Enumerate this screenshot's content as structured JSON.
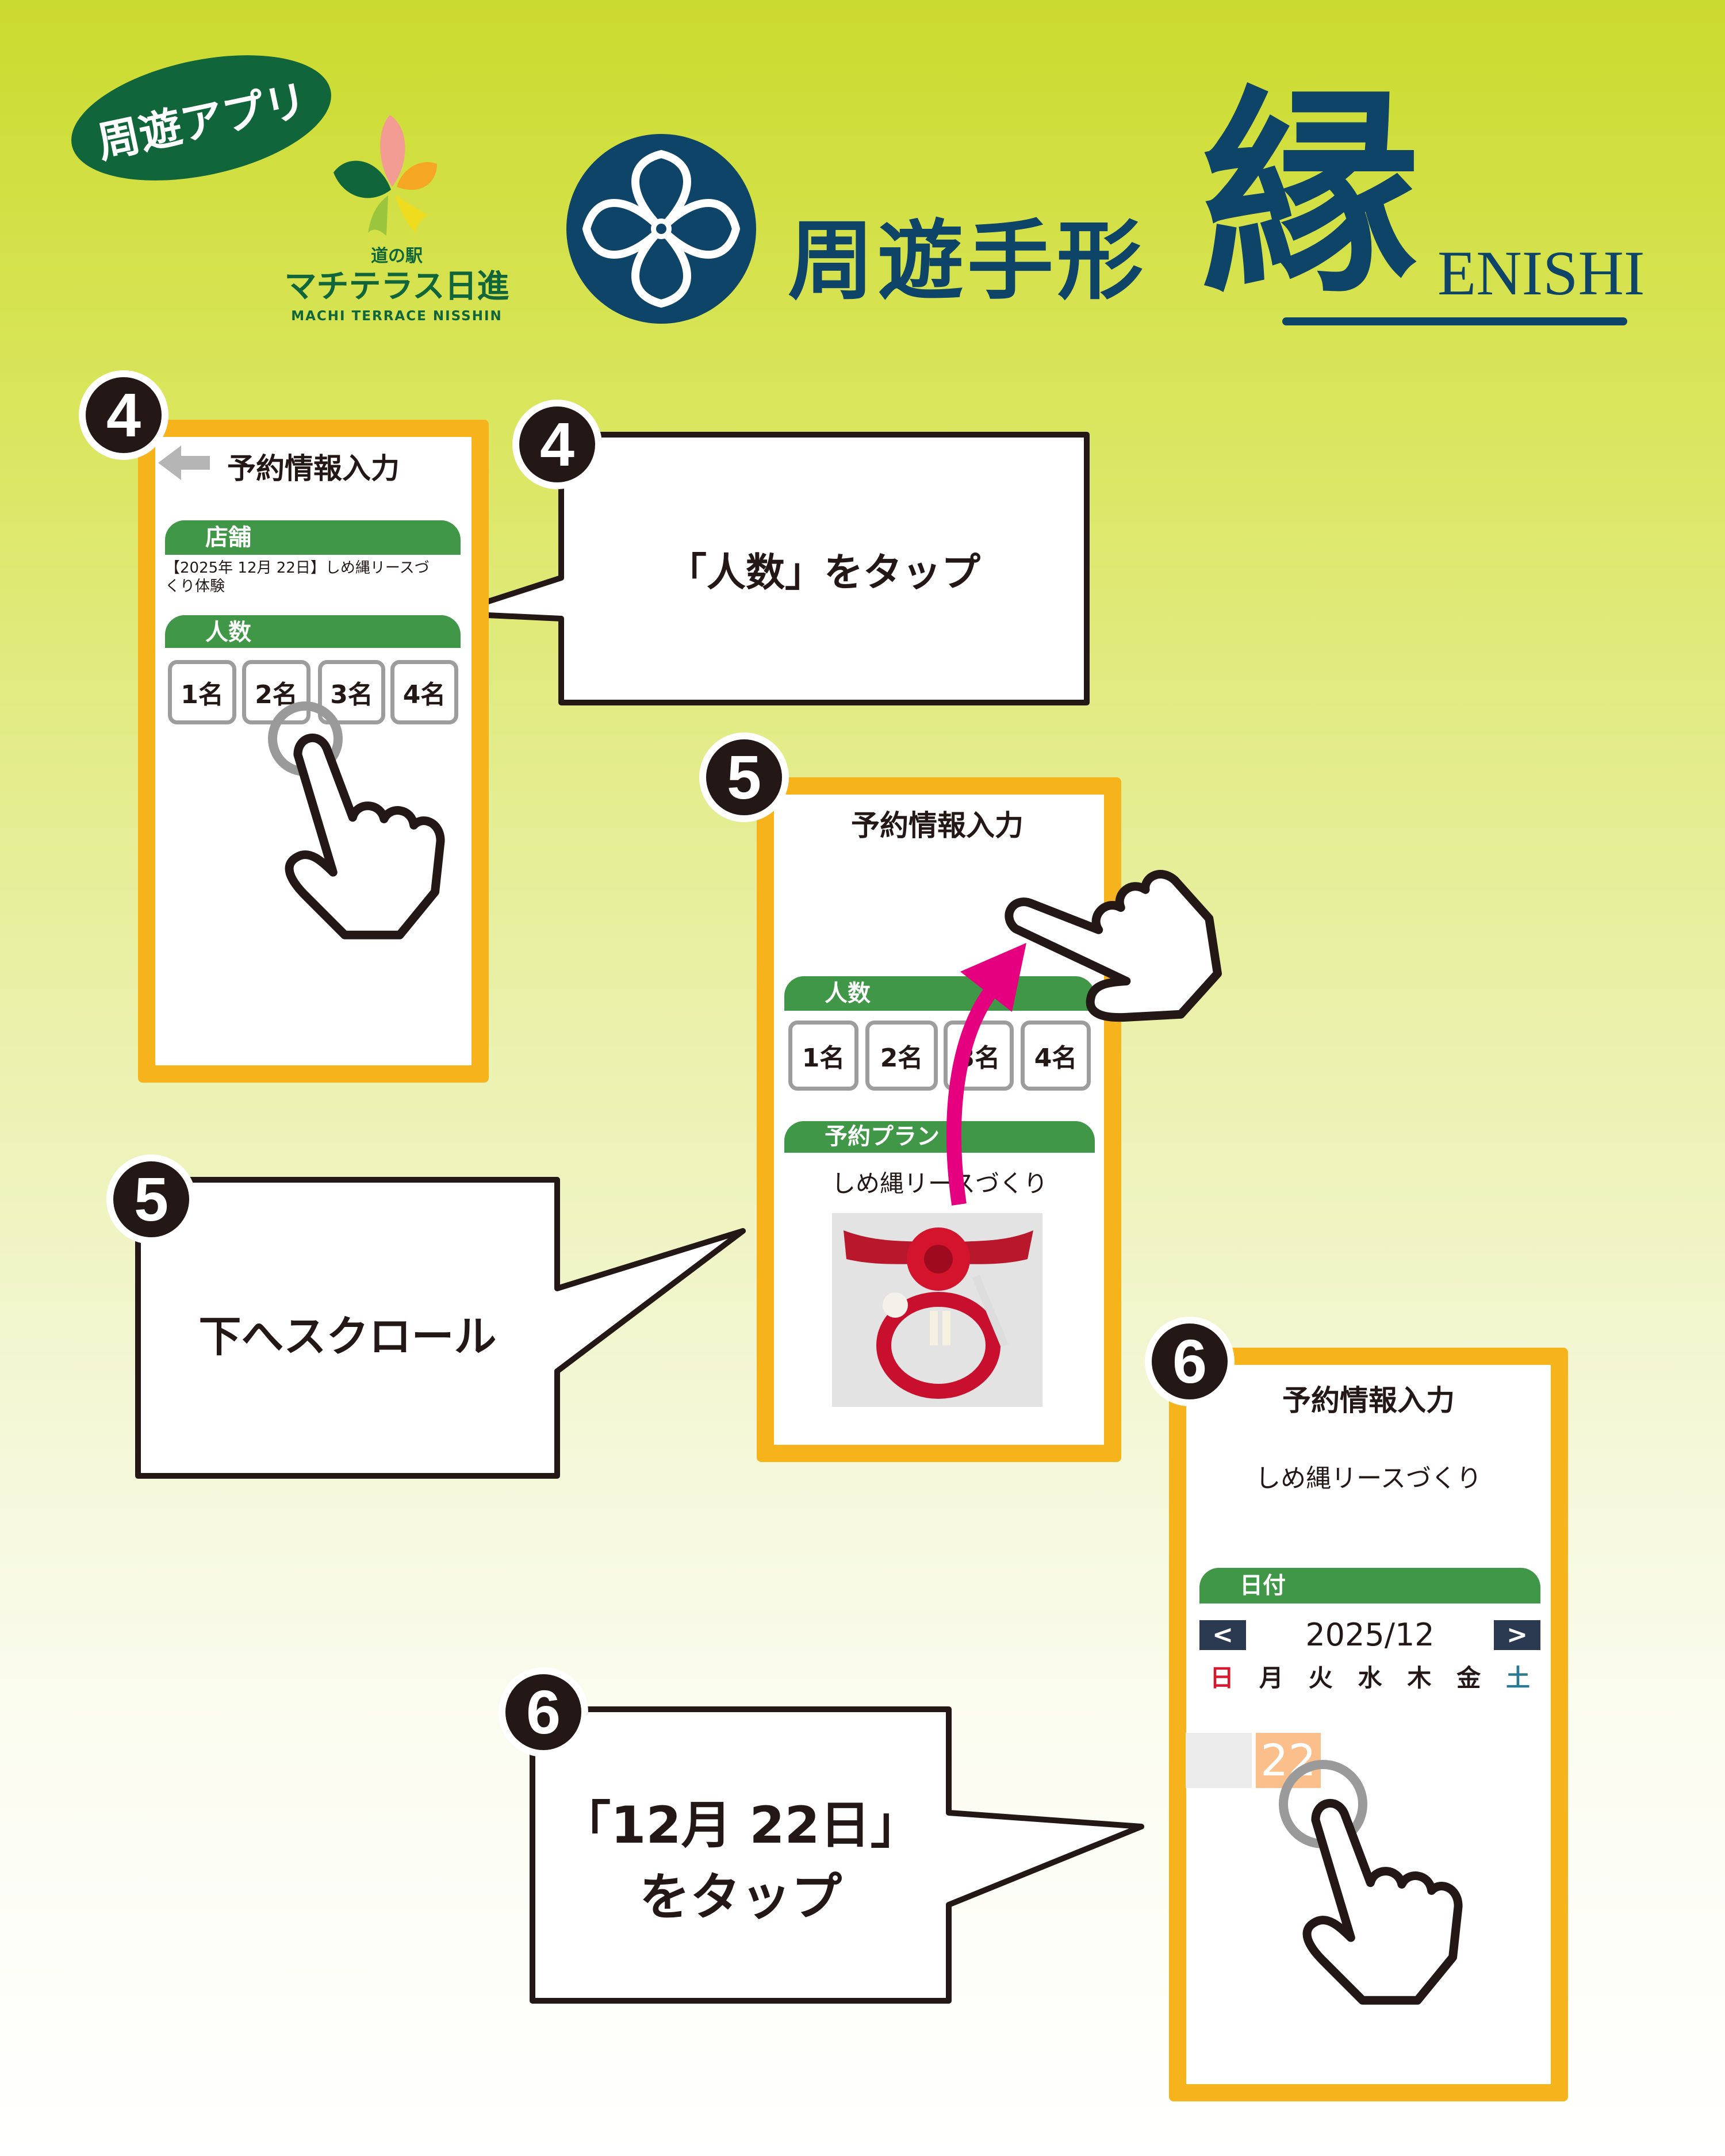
{
  "header": {
    "app_badge": "周遊アプリ",
    "station_prefix": "道の駅",
    "station_name": "マチテラス日進",
    "station_name_en": "MACHI TERRACE NISSHIN",
    "title_jp": "周遊手形",
    "title_kanji": "縁",
    "title_en": "ENISHI"
  },
  "colors": {
    "orange_frame": "#f6b31c",
    "green_bar": "#3f9747",
    "navy": "#0e4468",
    "magenta": "#e5007f",
    "nav_button": "#2b3a50",
    "sunday": "#d7192f",
    "saturday": "#2a7a96",
    "selected_day": "#fbbf8c"
  },
  "step4": {
    "number": "4",
    "screen_title": "予約情報入力",
    "store_label": "店舗",
    "store_value_line1": "【2025年 12月 22日】しめ縄リースづ",
    "store_value_line2": "くり体験",
    "people_label": "人数",
    "options": [
      "1名",
      "2名",
      "3名",
      "4名"
    ],
    "callout": "「人数」をタップ"
  },
  "step5": {
    "number": "5",
    "screen_title": "予約情報入力",
    "people_label": "人数",
    "options": [
      "1名",
      "2名",
      "3名",
      "4名"
    ],
    "plan_label": "予約プラン",
    "plan_name": "しめ縄リースづくり",
    "callout": "下へスクロール"
  },
  "step6": {
    "number": "6",
    "screen_title": "予約情報入力",
    "plan_name": "しめ縄リースづくり",
    "date_label": "日付",
    "month": "2025/12",
    "prev": "<",
    "next": ">",
    "weekdays": [
      "日",
      "月",
      "火",
      "水",
      "木",
      "金",
      "土"
    ],
    "selected_day": "22",
    "callout_line1": "「12月 22日」",
    "callout_line2": "をタップ"
  }
}
